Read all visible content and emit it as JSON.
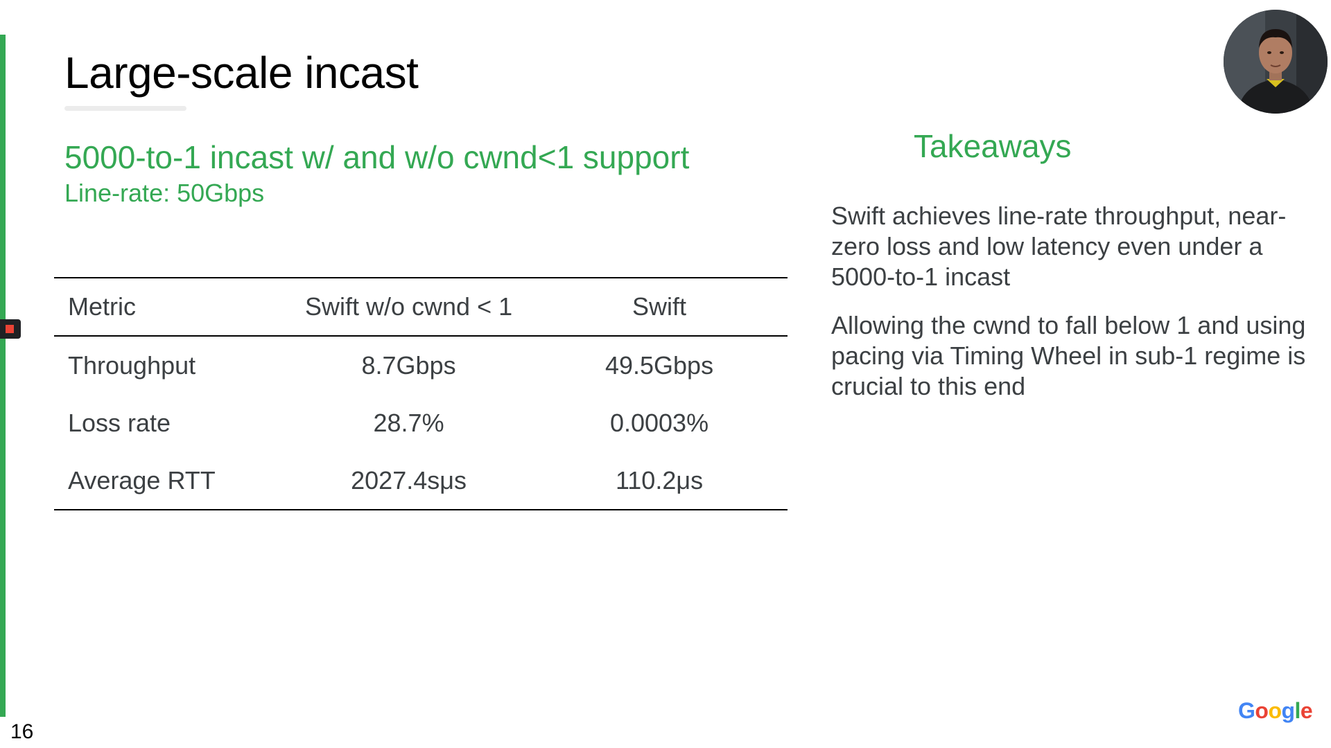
{
  "slide": {
    "title": "Large-scale incast",
    "subtitle": "5000-to-1 incast w/ and w/o cwnd<1 support",
    "line_rate": "Line-rate: 50Gbps",
    "page_number": "16"
  },
  "table": {
    "headers": [
      "Metric",
      "Swift w/o cwnd < 1",
      "Swift"
    ],
    "rows": [
      [
        "Throughput",
        "8.7Gbps",
        "49.5Gbps"
      ],
      [
        "Loss rate",
        "28.7%",
        "0.0003%"
      ],
      [
        "Average RTT",
        "2027.4sμs",
        "110.2μs"
      ]
    ]
  },
  "takeaways": {
    "title": "Takeaways",
    "points": [
      "Swift achieves line-rate throughput, near-zero loss and low latency even under a 5000-to-1 incast",
      "Allowing the cwnd to fall below 1 and using pacing via Timing Wheel in sub-1 regime is crucial to this end"
    ]
  },
  "logo": {
    "letters": [
      "G",
      "o",
      "o",
      "g",
      "l",
      "e"
    ],
    "colors": [
      "#4285f4",
      "#ea4335",
      "#fbbc05",
      "#4285f4",
      "#34a853",
      "#ea4335"
    ]
  },
  "theme": {
    "accent": "#34a853",
    "text": "#3c4043"
  }
}
